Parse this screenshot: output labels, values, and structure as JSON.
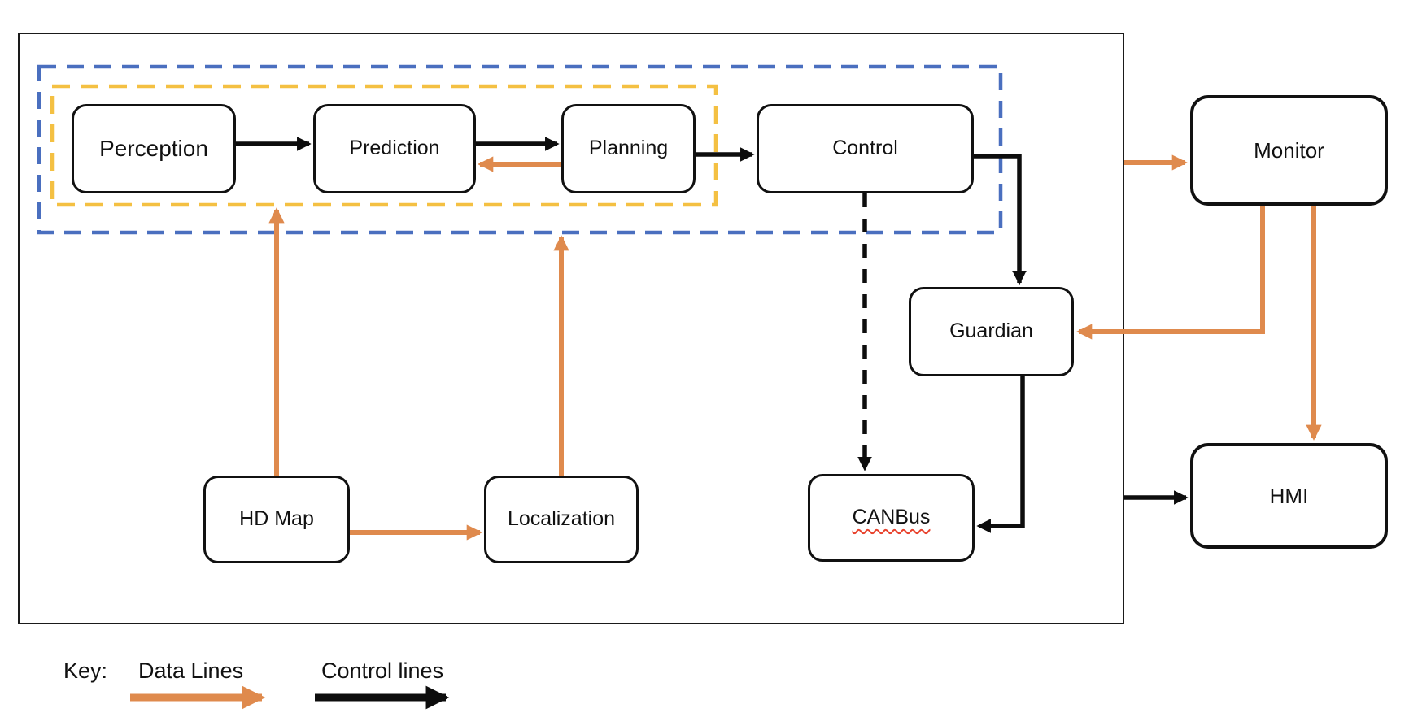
{
  "diagram": {
    "nodes": {
      "perception": {
        "label": "Perception"
      },
      "prediction": {
        "label": "Prediction"
      },
      "planning": {
        "label": "Planning"
      },
      "control": {
        "label": "Control"
      },
      "guardian": {
        "label": "Guardian"
      },
      "canbus": {
        "label": "CANBus"
      },
      "hdmap": {
        "label": "HD Map"
      },
      "localization": {
        "label": "Localization"
      },
      "monitor": {
        "label": "Monitor"
      },
      "hmi": {
        "label": "HMI"
      }
    },
    "groups": [
      {
        "name": "blue-dashed-group",
        "style": "dashed",
        "border_color": "#4A6FBF",
        "contains": [
          "Perception",
          "Prediction",
          "Planning",
          "Control"
        ]
      },
      {
        "name": "yellow-dashed-group",
        "style": "dashed",
        "border_color": "#F4C042",
        "contains": [
          "Perception",
          "Prediction",
          "Planning"
        ]
      }
    ],
    "edges": [
      {
        "from": "Perception",
        "to": "Prediction",
        "type": "control"
      },
      {
        "from": "Prediction",
        "to": "Planning",
        "type": "control"
      },
      {
        "from": "Planning",
        "to": "Control",
        "type": "control"
      },
      {
        "from": "Planning",
        "to": "Prediction",
        "type": "data"
      },
      {
        "from": "Control",
        "to": "Guardian",
        "type": "control"
      },
      {
        "from": "Control",
        "to": "CANBus",
        "type": "control-dashed"
      },
      {
        "from": "Guardian",
        "to": "CANBus",
        "type": "control"
      },
      {
        "from": "HD Map",
        "to": "Localization",
        "type": "data"
      },
      {
        "from": "HD Map",
        "to": "pipeline-group",
        "type": "data"
      },
      {
        "from": "Localization",
        "to": "pipeline-group",
        "type": "data"
      },
      {
        "from": "system-boundary",
        "to": "Monitor",
        "type": "data"
      },
      {
        "from": "Monitor",
        "to": "Guardian",
        "type": "data"
      },
      {
        "from": "Monitor",
        "to": "HMI",
        "type": "data"
      },
      {
        "from": "system-boundary",
        "to": "HMI",
        "type": "control"
      }
    ],
    "colors": {
      "data_line": "#DF8A4D",
      "control_line": "#0d0d0d",
      "blue_group": "#4A6FBF",
      "yellow_group": "#F4C042",
      "canbus_underline": "#E8432E"
    }
  },
  "key": {
    "title": "Key:",
    "data_lines_label": "Data Lines",
    "control_lines_label": "Control lines"
  }
}
